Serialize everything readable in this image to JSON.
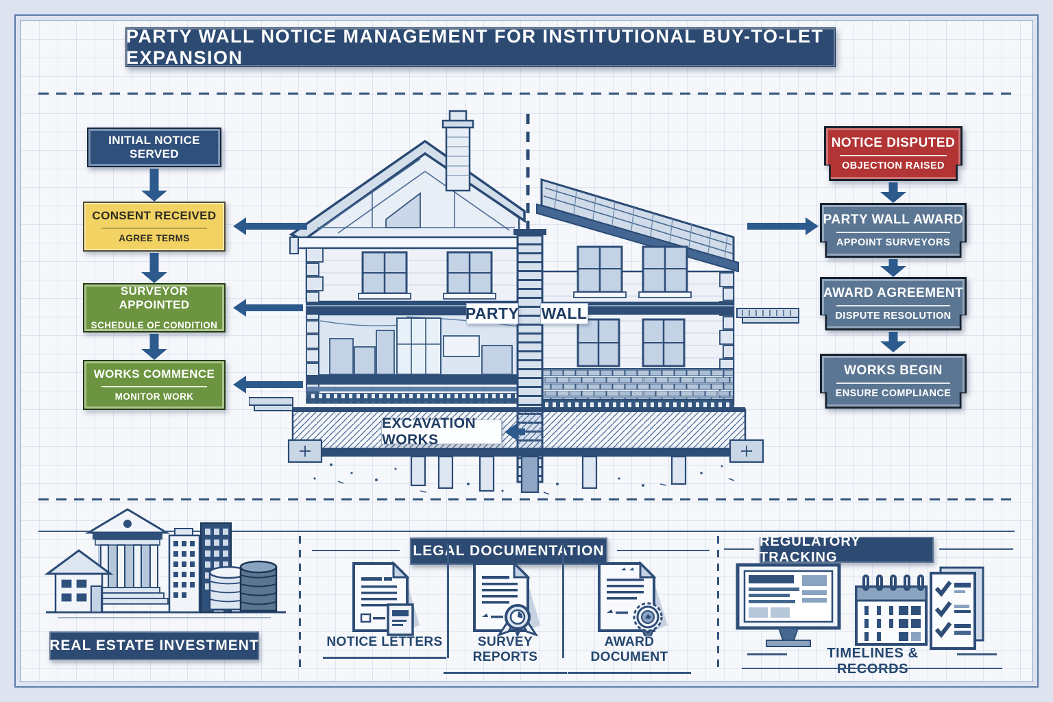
{
  "title": "PARTY WALL NOTICE MANAGEMENT FOR INSTITUTIONAL BUY-TO-LET EXPANSION",
  "left_flow": {
    "steps": [
      {
        "title": "INITIAL NOTICE SERVED",
        "subtitle": ""
      },
      {
        "title": "CONSENT RECEIVED",
        "subtitle": "AGREE TERMS"
      },
      {
        "title": "SURVEYOR APPOINTED",
        "subtitle": "SCHEDULE OF CONDITION"
      },
      {
        "title": "WORKS COMMENCE",
        "subtitle": "MONITOR WORK"
      }
    ]
  },
  "right_flow": {
    "steps": [
      {
        "title": "NOTICE DISPUTED",
        "subtitle": "OBJECTION RAISED"
      },
      {
        "title": "PARTY WALL AWARD",
        "subtitle": "APPOINT SURVEYORS"
      },
      {
        "title": "AWARD AGREEMENT",
        "subtitle": "DISPUTE RESOLUTION"
      },
      {
        "title": "WORKS BEGIN",
        "subtitle": "ENSURE COMPLIANCE"
      }
    ]
  },
  "diagram": {
    "party_label": "PARTY",
    "wall_label": "WALL",
    "excavation_label": "EXCAVATION WORKS"
  },
  "bottom": {
    "real_estate": {
      "label": "REAL ESTATE INVESTMENT"
    },
    "legal": {
      "header": "LEGAL DOCUMENTATION",
      "items": [
        {
          "label": "NOTICE LETTERS"
        },
        {
          "label": "SURVEY REPORTS"
        },
        {
          "label": "AWARD DOCUMENT"
        }
      ]
    },
    "regulatory": {
      "header": "REGULATORY TRACKING",
      "label": "TIMELINES & RECORDS"
    }
  },
  "icons": {
    "legal": [
      "notice-letters-document-icon",
      "survey-reports-seal-document-icon",
      "award-document-medal-icon"
    ],
    "regulatory": [
      "monitor-icon",
      "calendar-icon",
      "checklist-icon"
    ],
    "real_estate": "buildings-and-coins-illustration",
    "center": "party-wall-house-cross-section-illustration"
  },
  "colors": {
    "page_background": "#dde3ef",
    "paper": "#f5f7fb",
    "banner_navy": "#2d4a72",
    "step_navy": "#30507c",
    "step_yellow": "#f1d262",
    "step_green": "#6d9440",
    "step_red": "#b23434",
    "step_slate": "#5b7693",
    "arrow_blue": "#2d5a8c",
    "blueprint_line": "#2a4a74"
  }
}
